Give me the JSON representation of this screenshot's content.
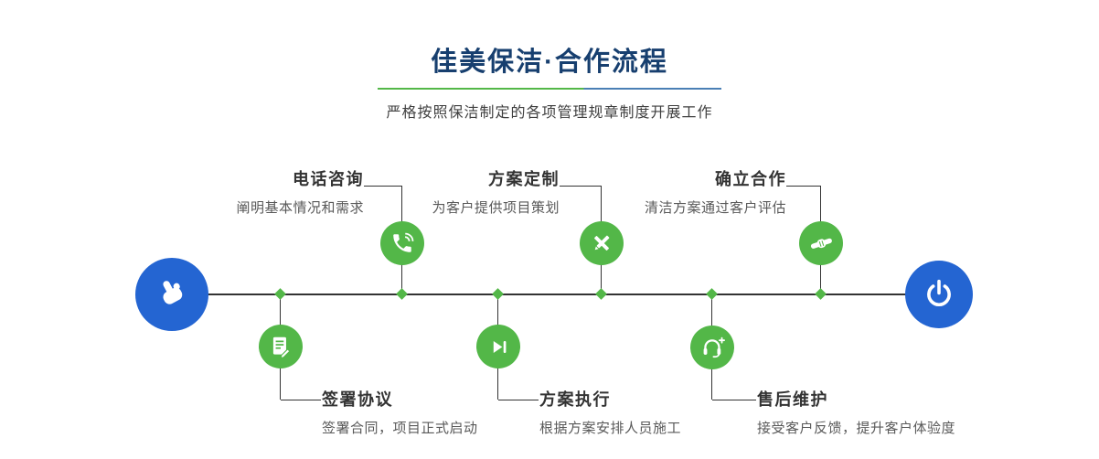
{
  "header": {
    "title": "佳美保洁·合作流程",
    "subtitle": "严格按照保洁制定的各项管理规章制度开展工作"
  },
  "colors": {
    "navy": "#173f6f",
    "green": "#53b748",
    "blue": "#2465d2"
  },
  "timeline": {
    "start_icon": "hand-pointer-icon",
    "end_icon": "power-icon"
  },
  "steps": {
    "top": [
      {
        "label": "电话咨询",
        "desc": "阐明基本情况和需求",
        "icon": "phone-icon"
      },
      {
        "label": "方案定制",
        "desc": "为客户提供项目策划",
        "icon": "pencil-ruler-icon"
      },
      {
        "label": "确立合作",
        "desc": "清洁方案通过客户评估",
        "icon": "handshake-icon"
      }
    ],
    "bottom": [
      {
        "label": "签署协议",
        "desc": "签署合同，项目正式启动",
        "icon": "contract-icon"
      },
      {
        "label": "方案执行",
        "desc": "根据方案安排人员施工",
        "icon": "play-icon"
      },
      {
        "label": "售后维护",
        "desc": "接受客户反馈，提升客户体验度",
        "icon": "headset-icon"
      }
    ]
  }
}
